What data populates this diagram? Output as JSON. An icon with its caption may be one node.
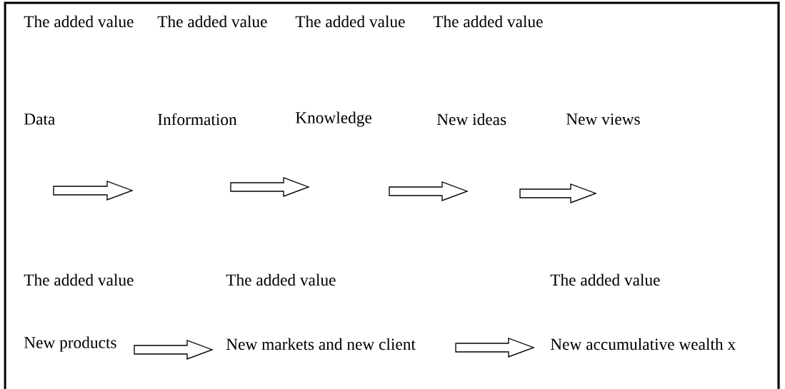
{
  "diagram": {
    "nodes": [
      {
        "text": [
          "Data"
        ]
      },
      {
        "text": [
          "Information"
        ]
      },
      {
        "text": [
          "Knowledge"
        ]
      },
      {
        "text": [
          "New ideas"
        ]
      },
      {
        "text": [
          "New views"
        ]
      },
      {
        "text": [
          "New products"
        ]
      },
      {
        "text": [
          "New markets and new client"
        ]
      },
      {
        "text": [
          "New accumulative wealth  x"
        ]
      }
    ],
    "edges": [
      {
        "from": 0,
        "to": 1,
        "arrow": "to"
      },
      {
        "from": 1,
        "to": 2,
        "arrow": "to"
      },
      {
        "from": 2,
        "to": 3,
        "arrow": "to"
      },
      {
        "from": 3,
        "to": 4,
        "arrow": "to"
      },
      {
        "from": 5,
        "to": 6,
        "arrow": "to"
      },
      {
        "from": 6,
        "to": 7,
        "arrow": "to"
      }
    ],
    "labels": [
      "The added value",
      "The added value",
      "The added value",
      "The added value",
      "The added value",
      "The added value",
      "The added value"
    ]
  }
}
